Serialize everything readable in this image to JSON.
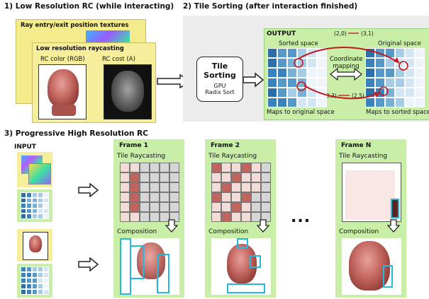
{
  "section1": {
    "title": "1) Low Resolution RC (while interacting)",
    "ray_textures_label": "Ray entry/exit position textures",
    "raycasting_label": "Low resolution raycasting",
    "rc_color_label": "RC color (RGB)",
    "rc_cost_label": "RC cost (A)"
  },
  "section2": {
    "title": "2) Tile Sorting (after interaction finished)",
    "box_title": "Tile Sorting",
    "box_sub1": "GPU",
    "box_sub2": "Radix Sort",
    "output_label": "OUTPUT",
    "sorted_space_label": "Sorted space",
    "original_space_label": "Original space",
    "coord_label_1": "Coordinate",
    "coord_label_2": "mapping",
    "map1_a": "(2,0)",
    "map1_b": "(3,1)",
    "map2_a": "(3,3)",
    "map2_b": "(2,5)",
    "maps_original_label": "Maps to original space",
    "maps_sorted_label": "Maps to sorted space"
  },
  "section3": {
    "title": "3) Progressive High Resolution RC",
    "input_label": "INPUT",
    "frames": [
      {
        "title": "Frame 1",
        "tile_label": "Tile Raycasting",
        "comp_label": "Composition"
      },
      {
        "title": "Frame 2",
        "tile_label": "Tile Raycasting",
        "comp_label": "Composition"
      },
      {
        "title": "Frame N",
        "tile_label": "Tile Raycasting",
        "comp_label": "Composition"
      }
    ],
    "ellipsis": "..."
  },
  "colors": {
    "yellow": "#f6ee9a",
    "green": "#c8eea8",
    "gray": "#ececec",
    "cyan": "#22b8e0",
    "arrow_red": "#c0181e"
  }
}
